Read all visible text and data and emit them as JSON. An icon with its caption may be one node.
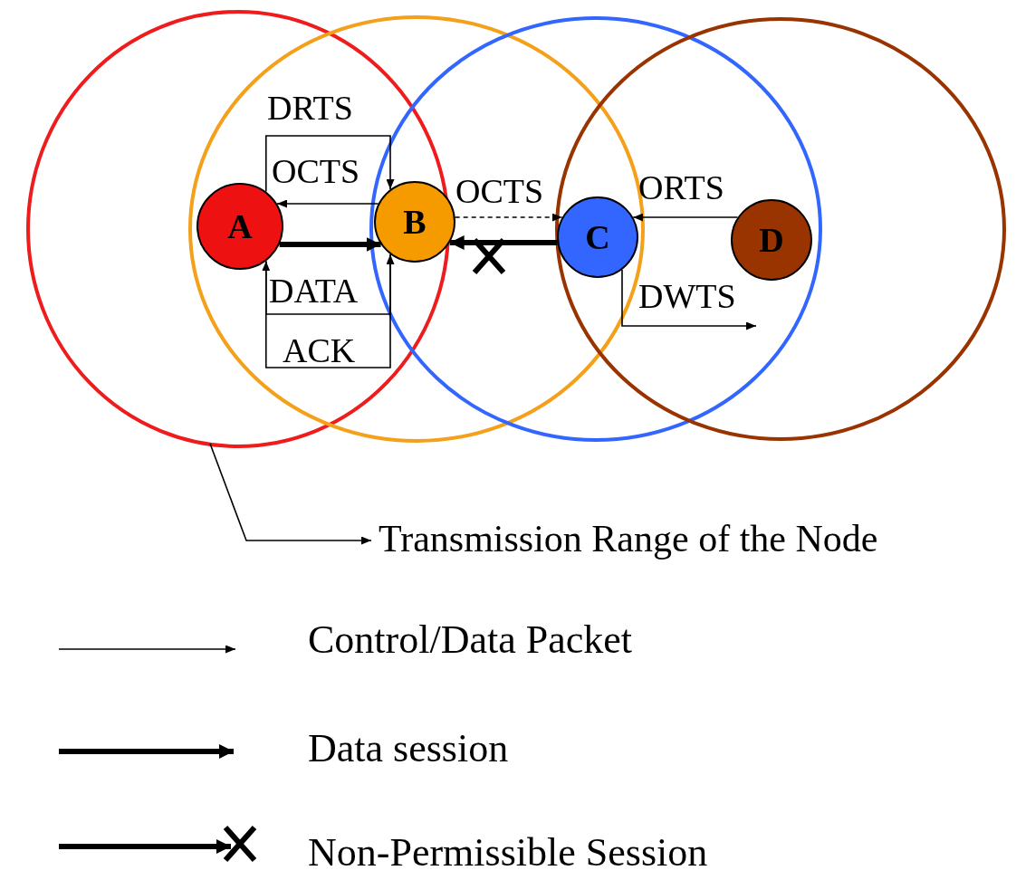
{
  "diagram": {
    "nodes": [
      {
        "text": [
          "A"
        ]
      },
      {
        "text": [
          "B"
        ]
      },
      {
        "text": [
          "C"
        ]
      },
      {
        "text": [
          "D"
        ]
      },
      {
        "text": [
          "Transmission Range of the Node"
        ]
      }
    ],
    "edges": [
      {
        "from": 0,
        "to": 1,
        "arrow": "to",
        "label": "DRTS"
      },
      {
        "from": 1,
        "to": 0,
        "arrow": "to",
        "label": "OCTS"
      },
      {
        "from": 0,
        "to": 1,
        "arrow": "to",
        "style": "thick"
      },
      {
        "from": 0,
        "to": 1,
        "arrow": "to",
        "label": "DATA"
      },
      {
        "from": 1,
        "to": 0,
        "arrow": "to",
        "label": "ACK"
      },
      {
        "from": 1,
        "to": 2,
        "arrow": "to",
        "label": "OCTS",
        "style": "dashed"
      },
      {
        "from": 2,
        "to": 1,
        "arrow": "to",
        "style": "thick"
      },
      {
        "from": 3,
        "to": 2,
        "arrow": "to",
        "label": "ORTS"
      },
      {
        "from": 2,
        "to": null,
        "arrow": "to",
        "label": "DWTS"
      },
      {
        "from": null,
        "to": 4,
        "arrow": "to"
      }
    ],
    "legend": [
      {
        "text": "Control/Data Packet"
      },
      {
        "text": "Data session"
      },
      {
        "text": "Non-Permissible Session"
      }
    ]
  }
}
